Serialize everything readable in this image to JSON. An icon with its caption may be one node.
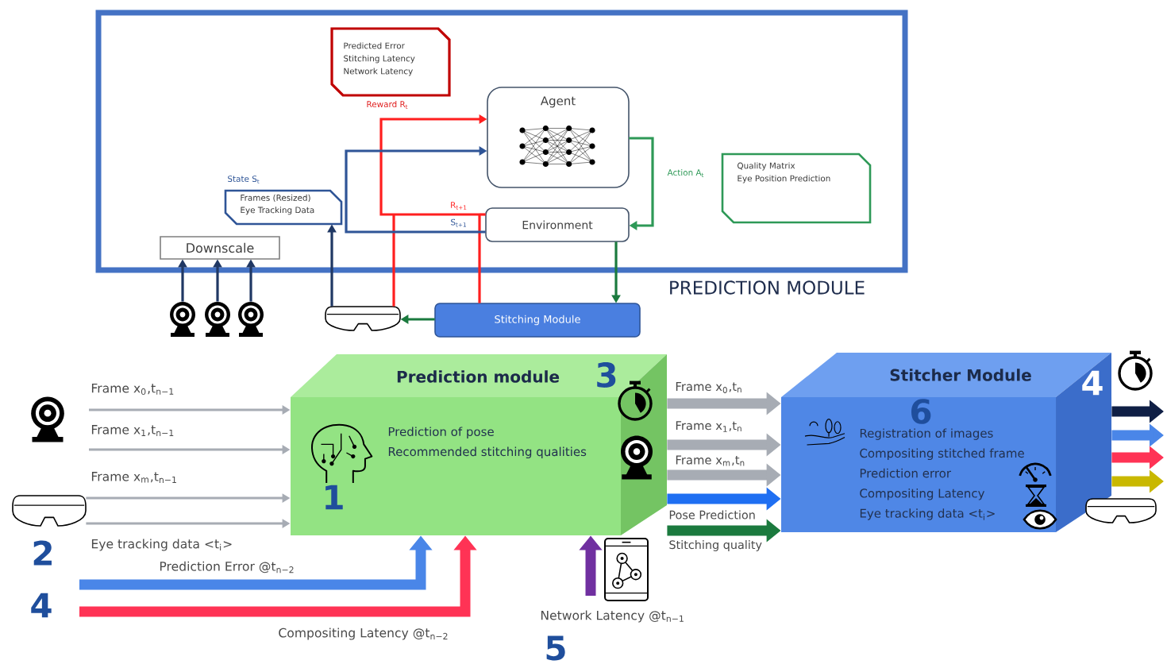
{
  "diagram": {
    "nodes": [
      {
        "text": [
          "PREDICTION MODULE"
        ]
      },
      {
        "text": [
          "Predicted Error",
          "Stitching Latency",
          "Network Latency"
        ],
        "beside": [
          "Reward R$_{t}$"
        ],
        "in": 0
      },
      {
        "text": [
          "Agent"
        ],
        "in": 0
      },
      {
        "text": [
          "Quality Matrix",
          "Eye Position Prediction"
        ],
        "beside": [
          "Action A$_{t}$"
        ],
        "in": 0
      },
      {
        "text": [
          "Frames (Resized)",
          "Eye Tracking Data"
        ],
        "beside": [
          "State S$_{t}$"
        ],
        "in": 0
      },
      {
        "text": [
          "Environment"
        ],
        "in": 0
      },
      {
        "text": [
          "Downscale"
        ],
        "in": 0
      },
      {
        "text": [],
        "shape": "picture"
      },
      {
        "text": [],
        "shape": "picture"
      },
      {
        "text": [],
        "shape": "picture"
      },
      {
        "text": [],
        "shape": "picture"
      },
      {
        "text": [
          "Stitching Module"
        ]
      },
      {
        "text": [],
        "shape": "picture"
      },
      {
        "text": [
          "Prediction module",
          "Prediction of pose",
          "Recommended stitching qualities"
        ]
      },
      {
        "text": [
          "Stitcher Module",
          "Registration of images",
          "Compositing stitched frame",
          "Prediction error",
          "Compositing Latency",
          "Eye tracking data <t$_{i}$>"
        ]
      }
    ],
    "edges": [
      {
        "from": 7,
        "to": 6,
        "arrow": "to",
        "color": "#203864"
      },
      {
        "from": 8,
        "to": 6,
        "arrow": "to",
        "color": "#203864"
      },
      {
        "from": 9,
        "to": 6,
        "arrow": "to",
        "color": "#203864"
      },
      {
        "from": 10,
        "to": 4,
        "arrow": "to",
        "color": "#203864"
      },
      {
        "from": 2,
        "to": 5,
        "arrow": "to",
        "color": "#2e9957"
      },
      {
        "from": 5,
        "to": 2,
        "arrow": "to",
        "label": "R$_{t+1}$",
        "color": "#ff1f1f"
      },
      {
        "from": 10,
        "to": 2,
        "arrow": "to",
        "color": "#ff1f1f"
      },
      {
        "from": 11,
        "to": 2,
        "arrow": "to",
        "color": "#ff1f1f"
      },
      {
        "from": 5,
        "to": 2,
        "arrow": "to",
        "label": "S$_{t+1}$",
        "color": "#2f5597"
      },
      {
        "from": 5,
        "to": 11,
        "arrow": "to",
        "color": "#1b7a3e"
      },
      {
        "from": 11,
        "to": 10,
        "arrow": "to",
        "color": "#1b7a3e"
      },
      {
        "from": null,
        "to": 13,
        "arrow": "to",
        "label": "Frame x$_{0}$,t$_{n−1}$"
      },
      {
        "from": null,
        "to": 13,
        "arrow": "to",
        "label": "Frame x$_{1}$,t$_{n−1}$"
      },
      {
        "from": 12,
        "to": 13,
        "arrow": "to",
        "label": "Frame x$_{m}$,t$_{n−1}$"
      },
      {
        "from": 12,
        "to": 13,
        "arrow": "to",
        "label": "Eye tracking data <t$_{i}$>"
      },
      {
        "from": null,
        "to": 13,
        "arrow": "to",
        "label": "Prediction Error @t$_{n−2}$",
        "style": "thick",
        "color": "#4a86e8"
      },
      {
        "from": null,
        "to": 13,
        "arrow": "to",
        "label": "Compositing Latency @t$_{n−2}$",
        "style": "thick",
        "color": "#ff3355"
      },
      {
        "from": null,
        "to": 13,
        "arrow": "to",
        "label": "Network Latency @t$_{n−1}$",
        "style": "thick",
        "color": "#7030a0"
      },
      {
        "from": 13,
        "to": 14,
        "arrow": "to",
        "label": "Frame x$_{0}$,t$_{n}$",
        "style": "thick"
      },
      {
        "from": 13,
        "to": 14,
        "arrow": "to",
        "label": "Frame x$_{1}$,t$_{n}$",
        "style": "thick"
      },
      {
        "from": 13,
        "to": 14,
        "arrow": "to",
        "label": "Frame x$_{m}$,t$_{n}$",
        "style": "thick"
      },
      {
        "from": 13,
        "to": 14,
        "arrow": "to",
        "label": "Pose Prediction",
        "style": "thick",
        "color": "#1f6ff2"
      },
      {
        "from": 13,
        "to": 14,
        "arrow": "to",
        "label": "Stitching quality",
        "style": "thick",
        "color": "#1b7a3e"
      },
      {
        "from": 14,
        "to": null,
        "arrow": "to",
        "style": "thick",
        "color": "#0f1f45"
      },
      {
        "from": 14,
        "to": null,
        "arrow": "to",
        "style": "thick",
        "color": "#4a86e8"
      },
      {
        "from": 14,
        "to": null,
        "arrow": "to",
        "style": "thick",
        "color": "#ff3355"
      },
      {
        "from": 14,
        "to": null,
        "arrow": "to",
        "style": "thick",
        "color": "#c9b800"
      }
    ],
    "labels": [
      "3",
      "4",
      "6",
      "1",
      "2",
      "4",
      "5"
    ]
  }
}
